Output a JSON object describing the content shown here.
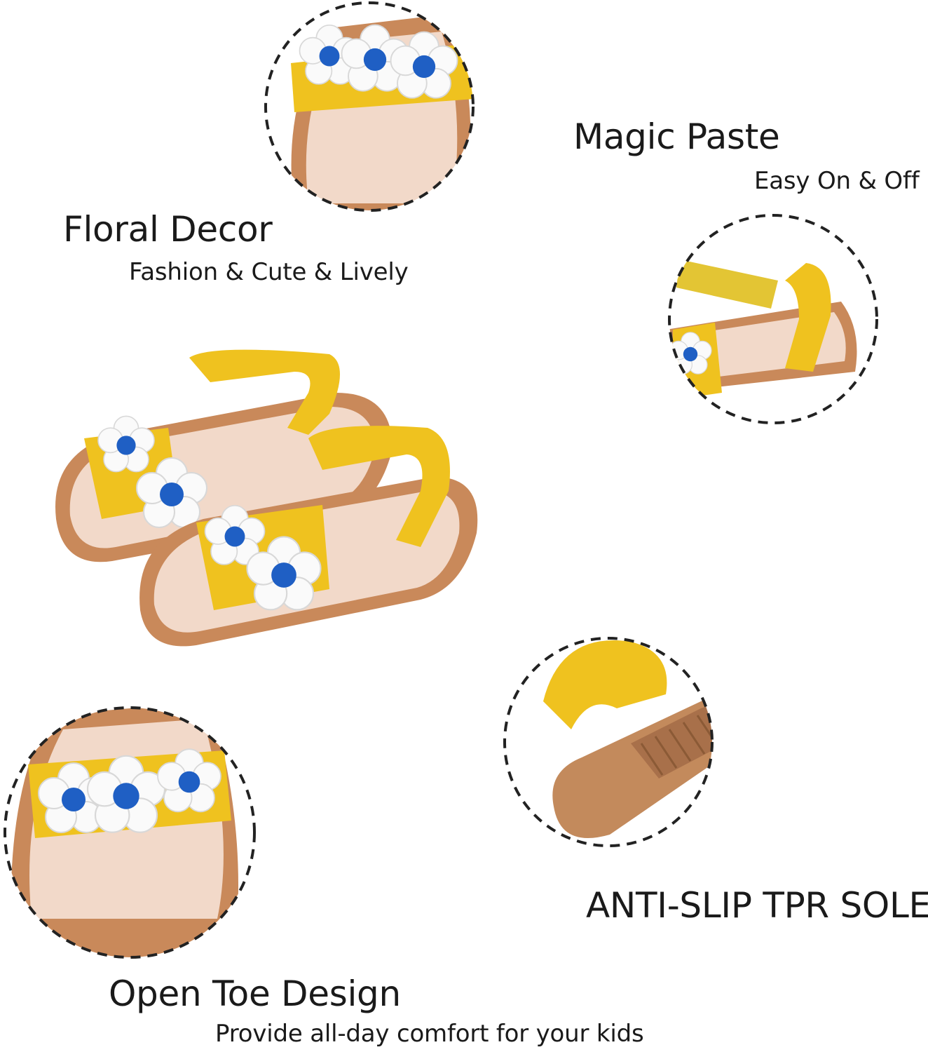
{
  "features": {
    "magic_paste": {
      "title": "Magic Paste",
      "subtitle": "Easy On & Off"
    },
    "floral_decor": {
      "title": "Floral Decor",
      "subtitle": "Fashion & Cute & Lively"
    },
    "anti_slip": {
      "title": "ANTI-SLIP TPR SOLE"
    },
    "open_toe": {
      "title": "Open Toe Design",
      "subtitle": "Provide all-day comfort for your kids"
    }
  },
  "colors": {
    "strap_yellow": "#efc21f",
    "sole_brown": "#c9895a",
    "insole_pink": "#f2d9c9",
    "flower_white": "#fafafa",
    "flower_blue": "#1f5fc4"
  }
}
